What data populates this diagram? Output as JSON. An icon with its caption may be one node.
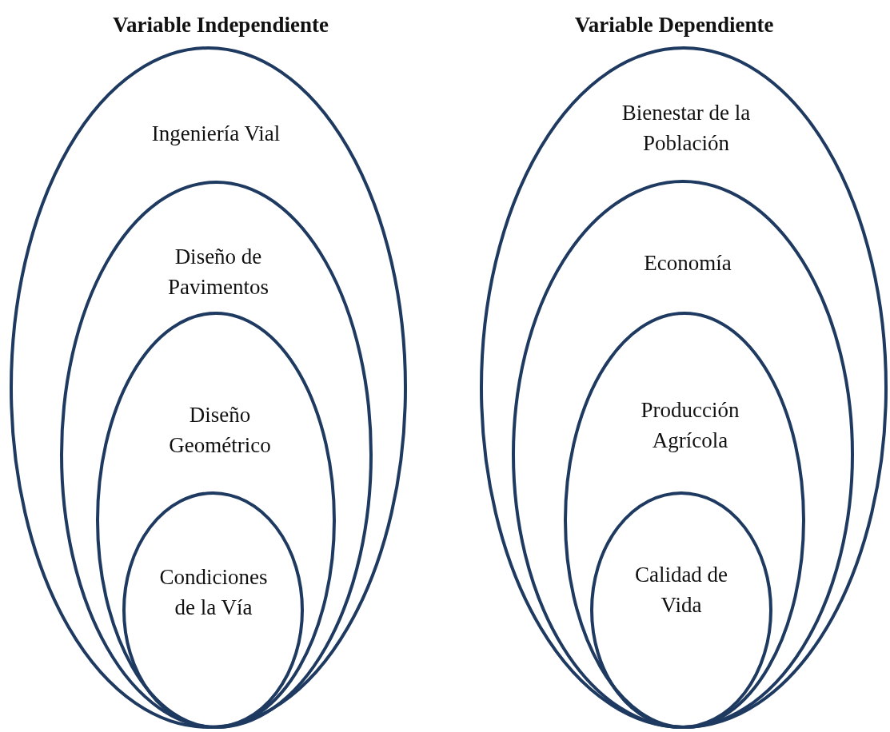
{
  "diagram": {
    "nodes": [
      {
        "text": [
          "Variable Independiente",
          "Ingeniería Vial"
        ]
      },
      {
        "text": [
          "Diseño de Pavimentos"
        ],
        "in": 0
      },
      {
        "text": [
          "Diseño Geométrico"
        ],
        "in": 1
      },
      {
        "text": [
          "Condiciones de la Vía"
        ],
        "in": 2
      },
      {
        "text": [
          "Variable Dependiente",
          "Bienestar de la Población"
        ]
      },
      {
        "text": [
          "Economía"
        ],
        "in": 4
      },
      {
        "text": [
          "Producción Agrícola"
        ],
        "in": 5
      },
      {
        "text": [
          "Calidad de Vida"
        ],
        "in": 6
      }
    ],
    "edges": []
  }
}
